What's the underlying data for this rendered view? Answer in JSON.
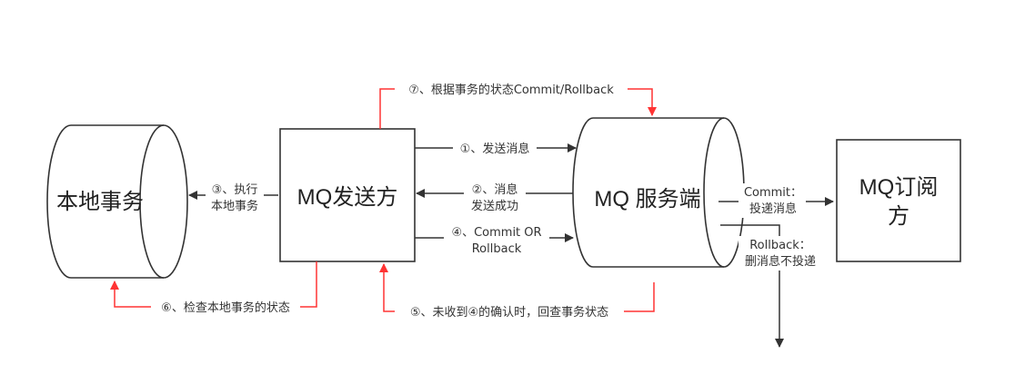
{
  "nodes": {
    "local_tx": "本地事务",
    "sender": "MQ发送方",
    "server": "MQ 服务端",
    "subscriber_line1": "MQ订阅",
    "subscriber_line2": "方"
  },
  "edges": {
    "e1": "①、发送消息",
    "e2_line1": "②、消息",
    "e2_line2": "发送成功",
    "e3_line1": "③、执行",
    "e3_line2": "本地事务",
    "e4_line1": "④、Commit OR",
    "e4_line2": "Rollback",
    "e5": "⑤、未收到④的确认时，回查事务状态",
    "e6": "⑥、检查本地事务的状态",
    "e7": "⑦、根据事务的状态Commit/Rollback",
    "commit_line1": "Commit：",
    "commit_line2": "投递消息",
    "rollback_line1": "Rollback：",
    "rollback_line2": "删消息不投递"
  },
  "colors": {
    "line": "#333333",
    "callback": "#ff3333"
  }
}
